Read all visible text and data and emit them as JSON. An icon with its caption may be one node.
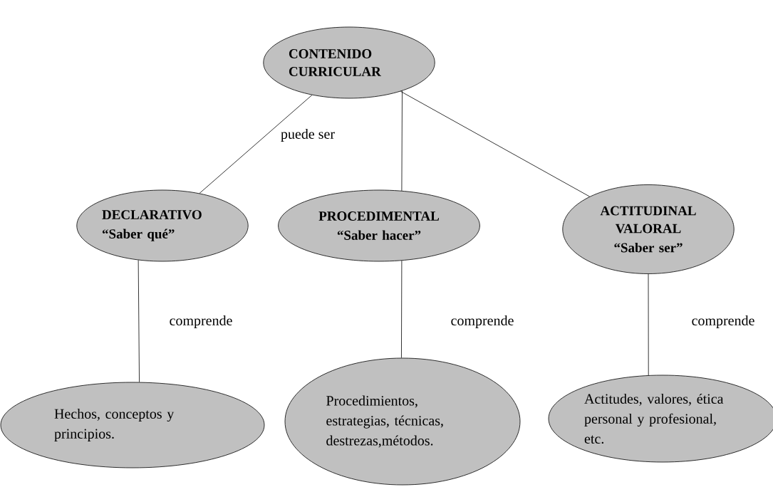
{
  "diagram": {
    "nodes": [
      {
        "text": [
          "CONTENIDO CURRICULAR"
        ]
      },
      {
        "text": [
          "DECLARATIVO",
          "“Saber qué”"
        ]
      },
      {
        "text": [
          "PROCEDIMENTAL",
          "“Saber hacer”"
        ]
      },
      {
        "text": [
          "ACTITUDINAL VALORAL",
          "“Saber ser”"
        ]
      },
      {
        "text": [
          "Hechos, conceptos y principios."
        ]
      },
      {
        "text": [
          "Procedimientos, estrategias, técnicas, destrezas,métodos."
        ]
      },
      {
        "text": [
          "Actitudes, valores, ética personal y profesional, etc."
        ]
      }
    ],
    "edges": [
      {
        "from": 0,
        "to": 1,
        "arrow": "none",
        "label": "puede ser"
      },
      {
        "from": 0,
        "to": 2,
        "arrow": "none"
      },
      {
        "from": 0,
        "to": 3,
        "arrow": "none"
      },
      {
        "from": 1,
        "to": 4,
        "arrow": "none",
        "label": "comprende"
      },
      {
        "from": 2,
        "to": 5,
        "arrow": "none",
        "label": "comprende"
      },
      {
        "from": 3,
        "to": 6,
        "arrow": "none",
        "label": "comprende"
      }
    ]
  }
}
